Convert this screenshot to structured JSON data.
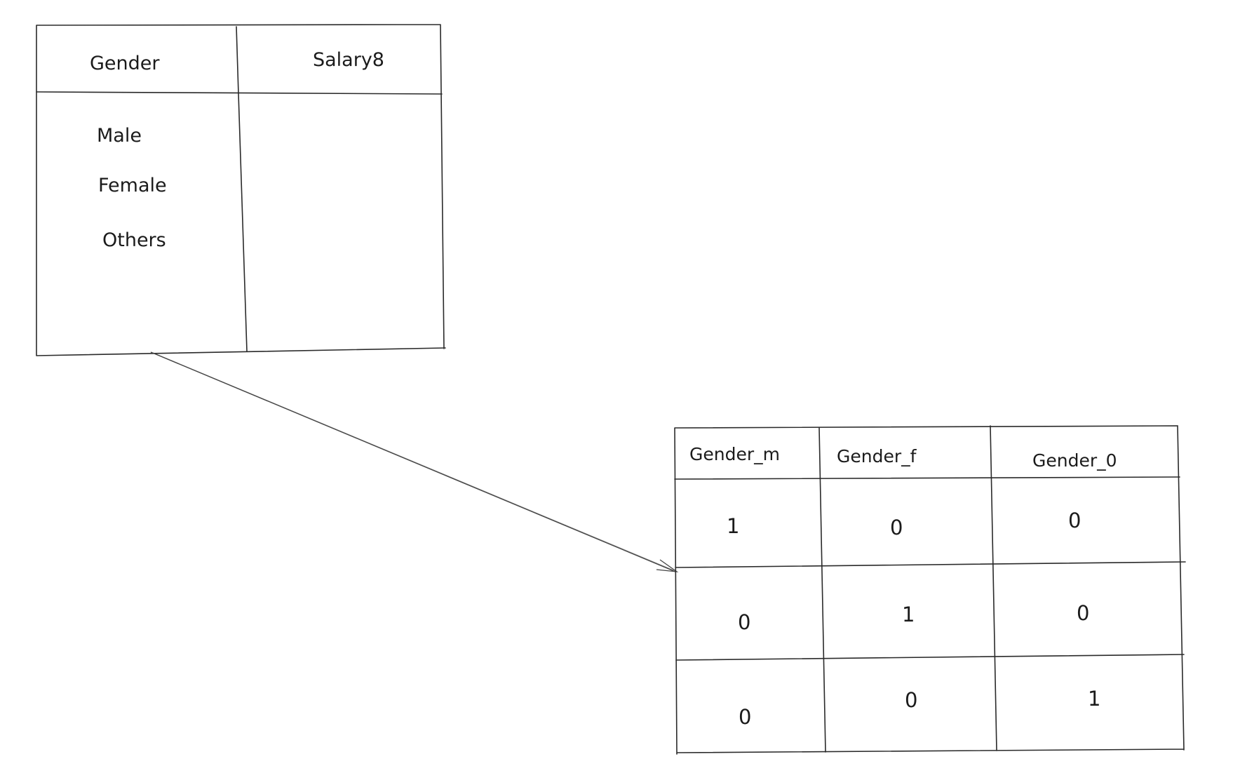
{
  "source_table": {
    "headers": [
      "Gender",
      "Salary8"
    ],
    "rows": [
      [
        "Male",
        ""
      ],
      [
        "Female",
        ""
      ],
      [
        "Others",
        ""
      ]
    ]
  },
  "encoded_table": {
    "headers": [
      "Gender_m",
      "Gender_f",
      "Gender_0"
    ],
    "rows": [
      [
        "1",
        "0",
        "0"
      ],
      [
        "0",
        "1",
        "0"
      ],
      [
        "0",
        "0",
        "1"
      ]
    ]
  },
  "connector": {
    "from": "source_table",
    "to": "encoded_table"
  }
}
